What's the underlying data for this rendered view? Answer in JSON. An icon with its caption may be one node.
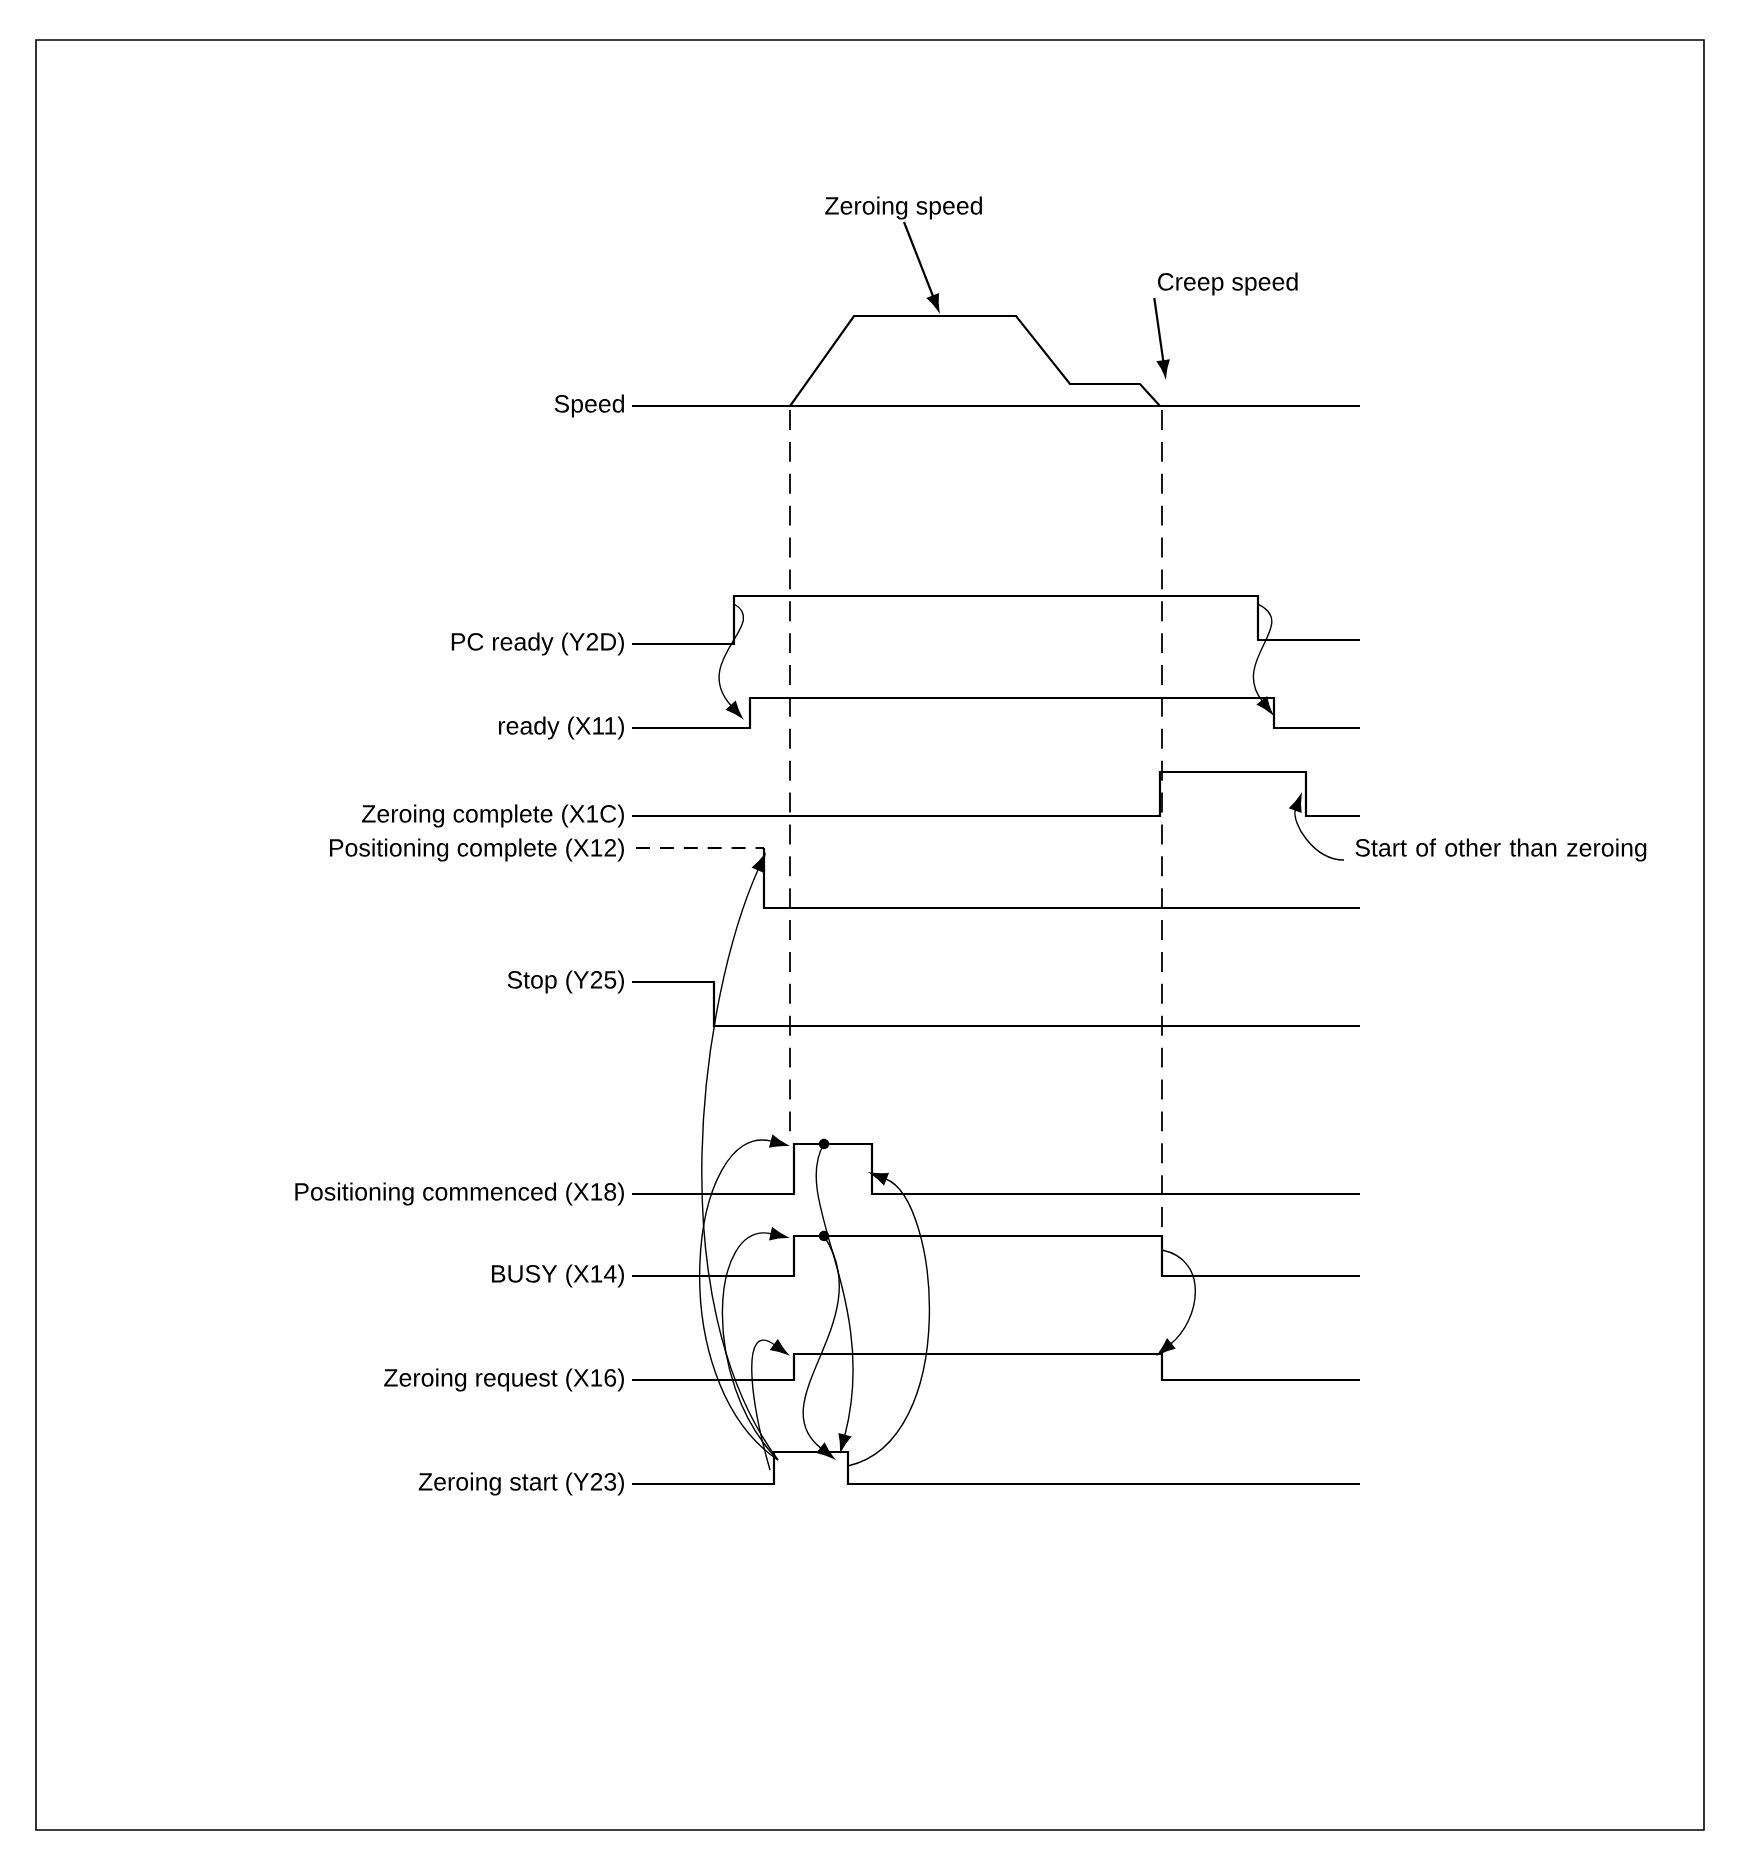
{
  "diagram": {
    "nodes": [
      {
        "text": [
          "Zeroing speed"
        ]
      },
      {
        "text": [
          "Creep speed"
        ]
      },
      {
        "text": [
          "Start of other than zeroing"
        ]
      }
    ],
    "edges": [
      {
        "from": 0,
        "to": null,
        "arrow": "to"
      },
      {
        "from": 1,
        "to": null,
        "arrow": "to"
      },
      {
        "from": 2,
        "to": null,
        "arrow": "to"
      }
    ],
    "labels": [
      "Speed",
      "PC ready (Y2D)",
      "ready (X11)",
      "Zeroing complete (X1C)",
      "Positioning complete (X12)",
      "Stop (Y25)",
      "Positioning commenced (X18)",
      "BUSY (X14)",
      "Zeroing request (X16)",
      "Zeroing start (Y23)"
    ]
  }
}
